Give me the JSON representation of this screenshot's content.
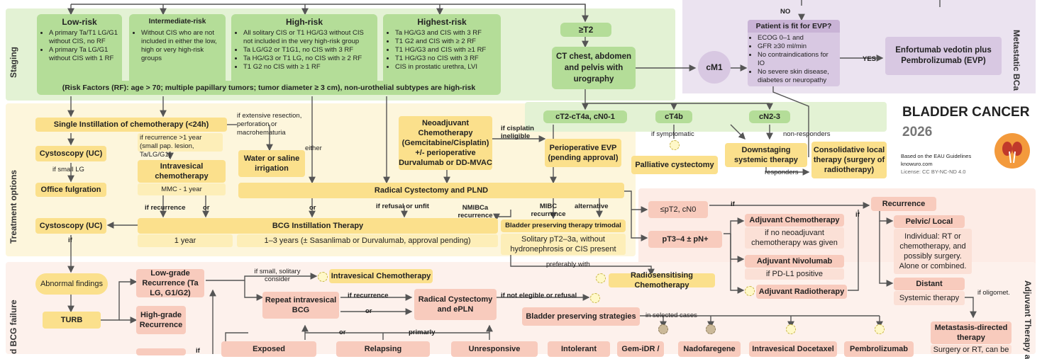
{
  "sections": {
    "staging": "Staging",
    "treatment": "Treatment options",
    "bcg_failure": "d BCG failure",
    "metastatic": "Metastatic BCa",
    "adjuvant": "Adjuvant Therapy a"
  },
  "title": {
    "main": "BLADDER CANCER",
    "year": "2026",
    "source": "Based on the EAU Guidelines",
    "site": "knowuro.com",
    "license": "License: CC BY-NC-ND 4.0"
  },
  "colors": {
    "green": "#b4dd98",
    "yellow": "#fbe08c",
    "pink": "#f8cbbd",
    "purple": "#d8c8e2"
  },
  "staging": {
    "low": {
      "title": "Low-risk",
      "items": [
        "A primary Ta/T1 LG/G1 without CIS, no RF",
        "A primary Ta LG/G1 without CIS with 1 RF"
      ]
    },
    "intermediate": {
      "title": "Intermediate-risk",
      "text": "Without CIS who are not included in either the low, high or very high-risk groups"
    },
    "high": {
      "title": "High-risk",
      "items": [
        "All solitary CIS or T1 HG/G3 without CIS not included in the very high-risk group",
        "Ta LG/G2 or T1G1, no CIS with 3 RF",
        "Ta HG/G3 or T1 LG, no CIS with ≥ 2 RF",
        "T1 G2 no CIS with ≥ 1 RF"
      ]
    },
    "highest": {
      "title": "Highest-risk",
      "items": [
        "Ta HG/G3 and CIS with 3 RF",
        "T1 G2 and CIS with ≥ 2 RF",
        "T1 HG/G3 and CIS with ≥1 RF",
        "T1 HG/G3 no CIS with 3 RF",
        "CIS in prostatic urethra, LVI"
      ]
    },
    "rf": "(Risk Factors (RF): age > 70; multiple papillary tumors; tumor diameter ≥ 3 cm), non-urothelial subtypes are high-risk",
    "t2": "≥T2",
    "ct": "CT chest, abdomen and pelvis with urography",
    "cm1": "cM1",
    "no": "NO",
    "yes": "YES",
    "fit_title": "Patient is fit for EVP?",
    "fit_items": [
      "ECOG 0–1 and",
      "GFR ≥30 ml/min",
      "No contraindications for IO",
      "No severe skin disease, diabetes or neuropathy"
    ],
    "evp": "Enfortumab vedotin plus Pembrolizumab (EVP)"
  },
  "treatment": {
    "sic": "Single Instillation of chemotherapy (<24h)",
    "sic_note": "if recurrence >1 year (small pap. lesion, Ta/LG/G1)",
    "extensive": "if extensive resection, perforation or macrohematuria",
    "cysto1": "Cystoscopy (UC)",
    "if_small_lg": "if small LG",
    "office": "Office fulgration",
    "intravesical": "Intravesical chemotherapy",
    "mmc": "MMC - 1 year",
    "water": "Water or saline irrigation",
    "either": "either",
    "neo": "Neoadjuvant Chemotherapy (Gemcitabine/Cisplatin) +/- perioperative Durvalumab or DD-MVAC",
    "cis_inel": "if cisplatin ineligible",
    "peri_evp": "Perioperative EVP (pending approval)",
    "ct2": "cT2-cT4a, cN0-1",
    "ct4b": "cT4b",
    "cn23": "cN2-3",
    "if_symptomatic": "if symptomatic",
    "palliative": "Palliative cystectomy",
    "downstaging": "Downstaging systemic therapy",
    "responders": "responders",
    "non_responders": "non-responders",
    "consolidative": "Consolidative local therapy (surgery of radiotherapy)",
    "radical": "Radical Cystectomy and PLND",
    "if_recurrence": "if recurrence",
    "or": "or",
    "refusal": "if refusal or unfit",
    "nmibca": "NMIBCa recurrence",
    "mibc": "MIBC recurrence",
    "alternative": "alternative",
    "cysto2": "Cystoscopy (UC)",
    "if": "if",
    "bcg": "BCG Instillation Therapy",
    "year1": "1 year",
    "years13": "1–3 years (± Sasanlimab or Durvalumab, approval pending)",
    "bladder_tri": "Bladder preserving therapy trimodal",
    "solitary": "Solitary pT2–3a, without hydronephrosis or CIS present",
    "preferably": "preferably with",
    "radiosens": "Radiosensitising Chemotherapy"
  },
  "adjuvant": {
    "pt2": "≤pT2, cN0",
    "pt34": "pT3–4 ± pN+",
    "if": "if",
    "adj_chemo": "Adjuvant Chemotherapy",
    "adj_chemo_note": "if no neoadjuvant chemotherapy was given",
    "adj_nivo": "Adjuvant Nivolumab",
    "adj_nivo_note": "if PD-L1 positive",
    "adj_radio": "Adjuvant Radiotherapy",
    "recurrence": "Recurrence",
    "pelvic": "Pelvic/ Local",
    "pelvic_note": "Individual: RT or chemotherapy, and possibly surgery. Alone or combined.",
    "distant": "Distant",
    "distant_note": "Systemic therapy",
    "if_oligomet": "if oligomet.",
    "mdt": "Metastasis-directed therapy",
    "mdt_note": "Surgery or RT, can be"
  },
  "failure": {
    "abnormal": "Abnormal findings",
    "turb": "TURB",
    "lowgrade": "Low-grade Recurrence (Ta LG, G1/G2)",
    "highgrade": "High-grade Recurrence",
    "if_small": "if small, solitary consider",
    "intra_chemo": "Intravesical Chemotherapy",
    "repeat": "Repeat intravesical BCG",
    "if_recurrence": "if recurrence",
    "or": "or",
    "radical": "Radical Cystectomy and ePLN",
    "not_elegible": "if not elegible or refusal",
    "bladder_strat": "Bladder preserving strategies",
    "in_selected": "in selected cases",
    "primarly": "primarly",
    "exposed": "Exposed",
    "relapsing": "Relapsing",
    "unresponsive": "Unresponsive",
    "intolerant": "Intolerant",
    "gem": "Gem-iDR /",
    "nadof": "Nadofaregene",
    "docetaxel": "Intravesical Docetaxel",
    "pembro": "Pembrolizumab",
    "if": "if"
  }
}
